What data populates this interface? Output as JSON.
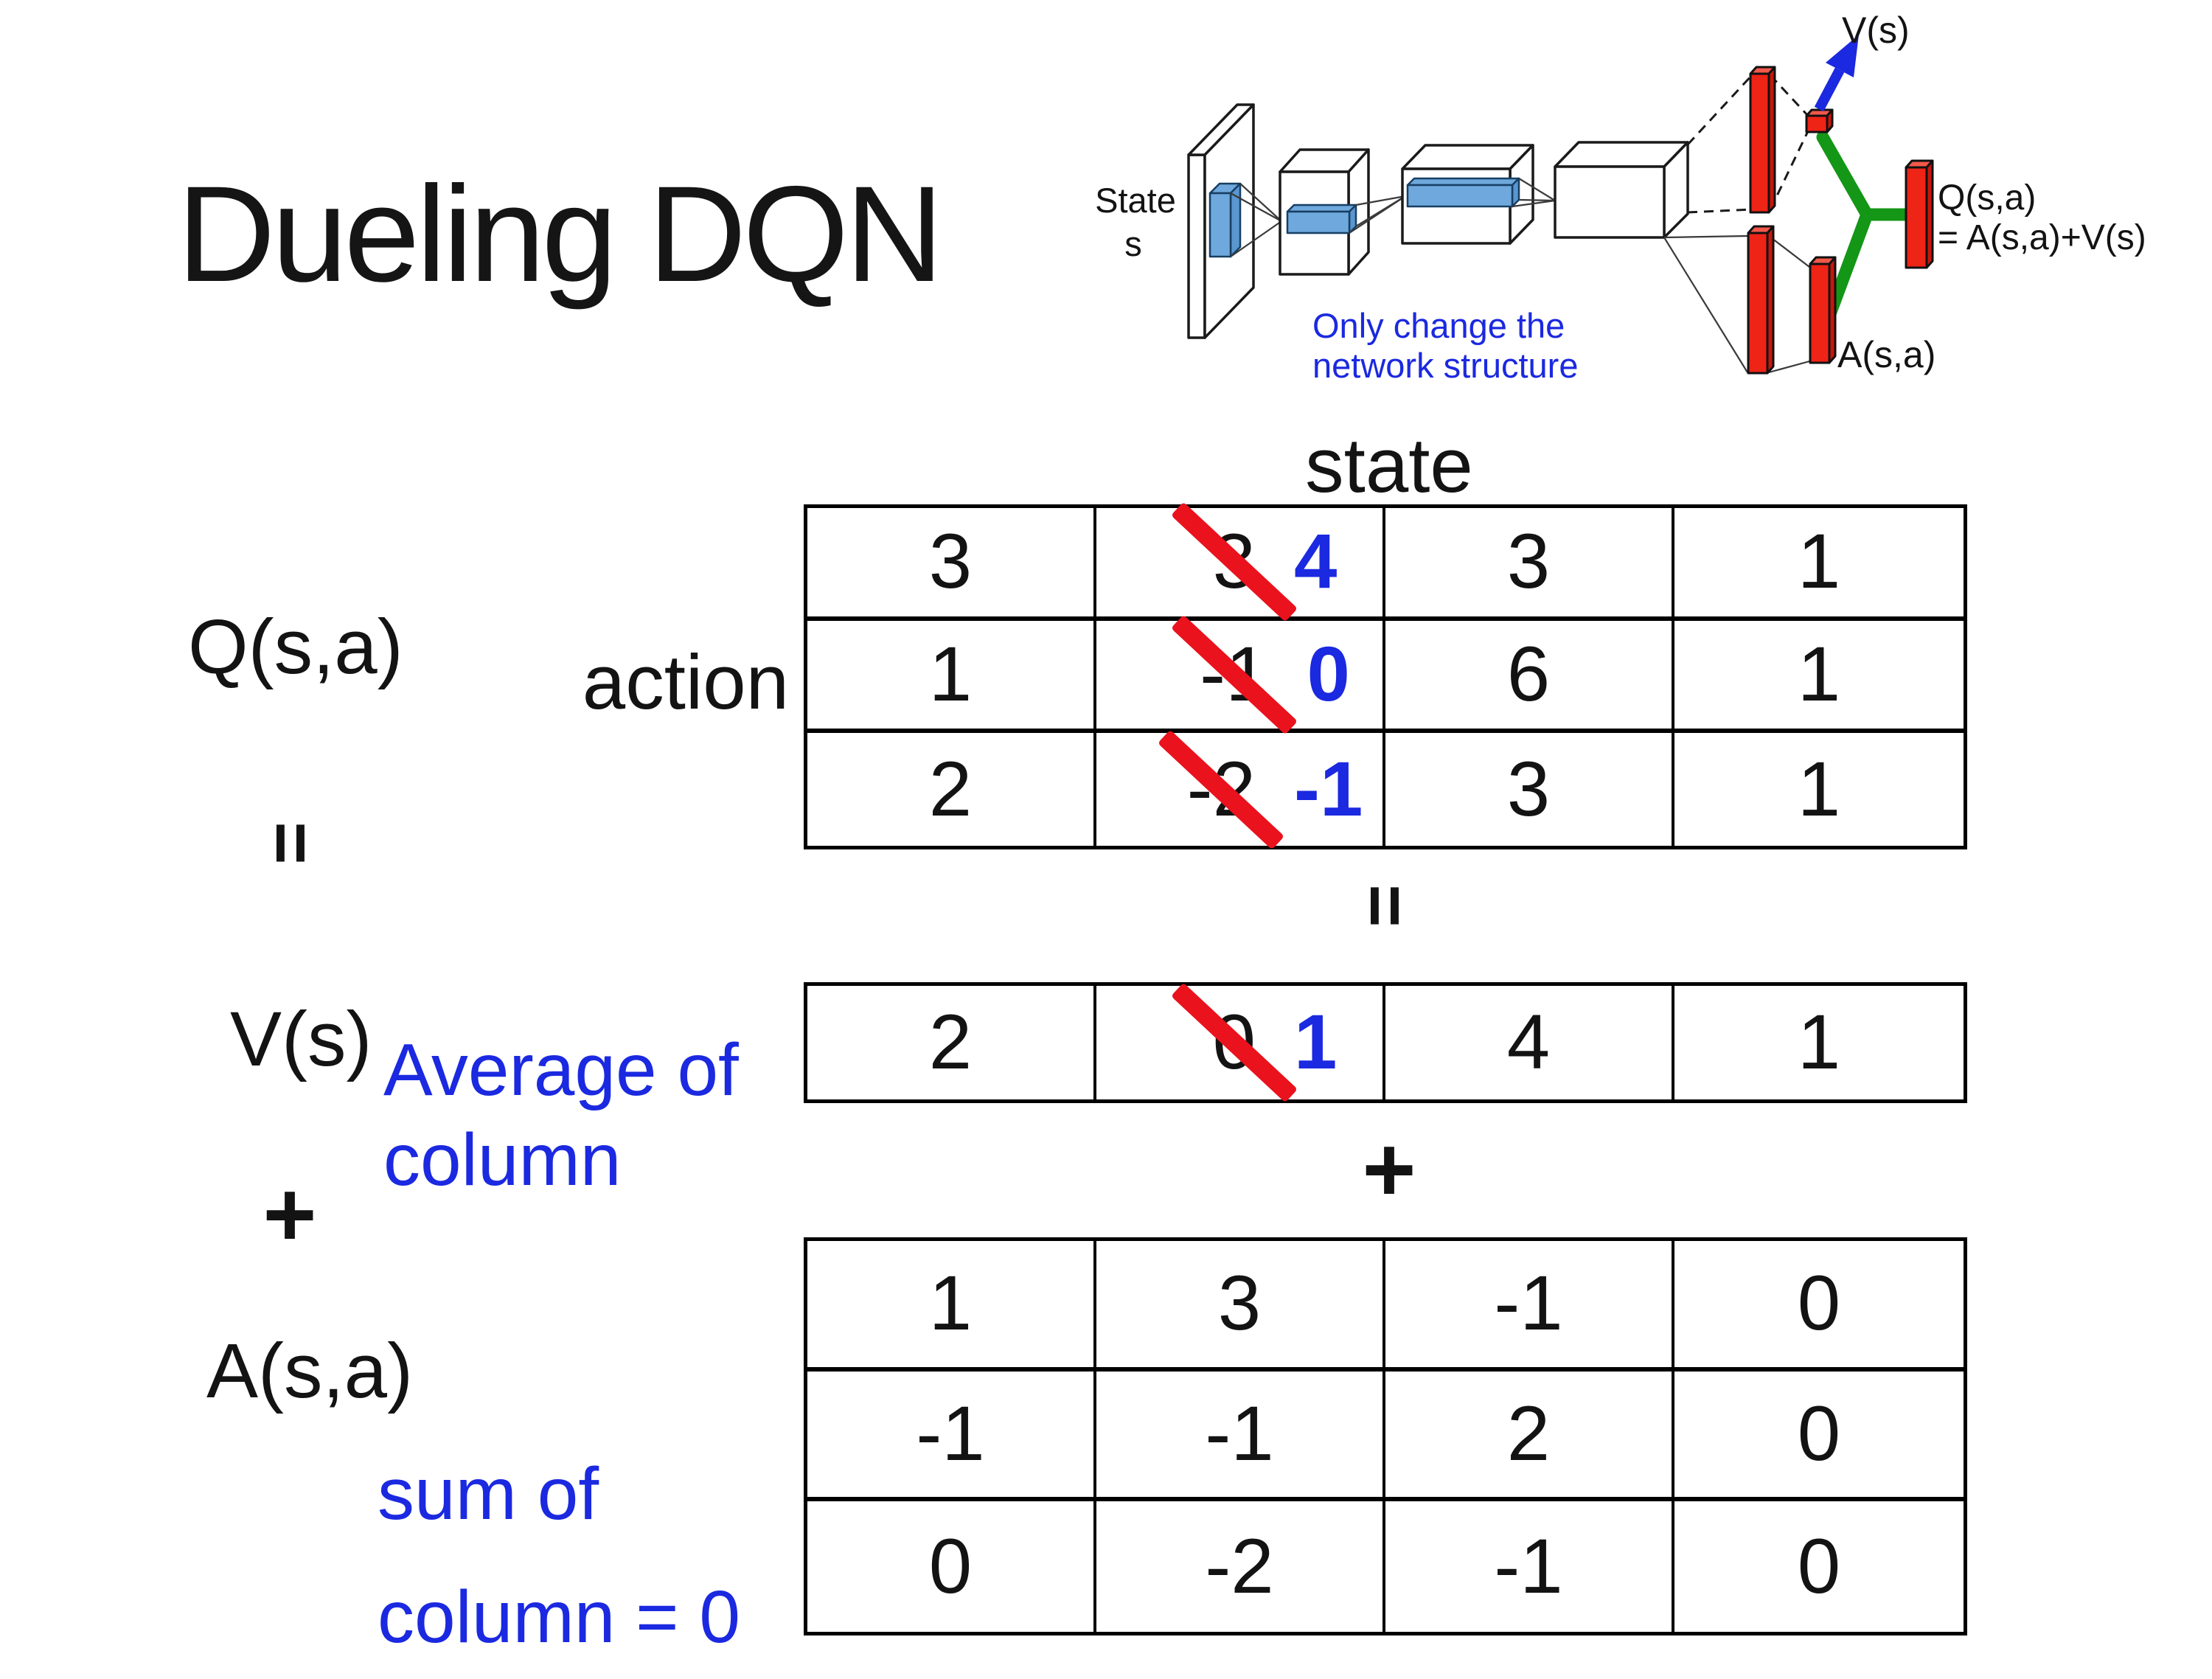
{
  "slide": {
    "title": "Dueling DQN"
  },
  "colors": {
    "text": "#131313",
    "annotation_blue": "#1b29e0",
    "strike_red": "#e9121d",
    "combine_green": "#149617",
    "fc_bar_red": "#ee2417",
    "filter_blue": "#6fa8dc"
  },
  "diagram": {
    "input_label_line1": "State",
    "input_label_line2": "s",
    "v_output_label": "V(s)",
    "a_output_label": "A(s,a)",
    "q_output_label_line1": "Q(s,a)",
    "q_output_label_line2": "= A(s,a)+V(s)",
    "note_line1": "Only change the",
    "note_line2": "network structure"
  },
  "equation": {
    "q_matrix_label": "Q(s,a)",
    "row_axis_label": "action",
    "col_axis_label": "state",
    "equals_sign": "=",
    "plus_sign": "+",
    "v_label": "V(s)",
    "v_note_line1": "Average of",
    "v_note_line2": "column",
    "a_label": "A(s,a)",
    "a_note_line1": "sum of",
    "a_note_line2": "column = 0"
  },
  "q_table": {
    "rows": [
      {
        "c1": "3",
        "c2_old": "3",
        "c2_new": "4",
        "c3": "3",
        "c4": "1"
      },
      {
        "c1": "1",
        "c2_old": "-1",
        "c2_new": "0",
        "c3": "6",
        "c4": "1"
      },
      {
        "c1": "2",
        "c2_old": "-2",
        "c2_new": "-1",
        "c3": "3",
        "c4": "1"
      }
    ]
  },
  "v_table": {
    "c1": "2",
    "c2_old": "0",
    "c2_new": "1",
    "c3": "4",
    "c4": "1"
  },
  "a_table": {
    "rows": [
      {
        "c1": "1",
        "c2": "3",
        "c3": "-1",
        "c4": "0"
      },
      {
        "c1": "-1",
        "c2": "-1",
        "c3": "2",
        "c4": "0"
      },
      {
        "c1": "0",
        "c2": "-2",
        "c3": "-1",
        "c4": "0"
      }
    ]
  }
}
